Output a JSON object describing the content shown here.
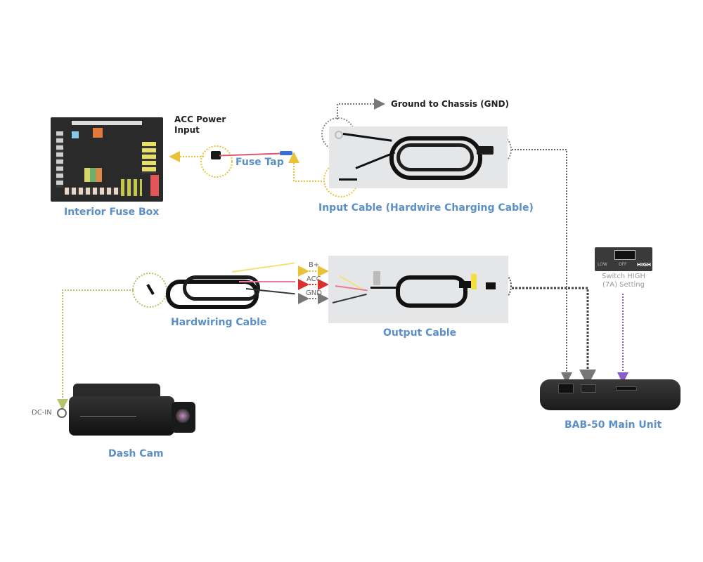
{
  "diagram": {
    "nodes": {
      "fuse_box": {
        "label": "Interior Fuse Box"
      },
      "acc_input": {
        "label_line1": "ACC Power",
        "label_line2": "Input"
      },
      "fuse_tap": {
        "label": "Fuse Tap"
      },
      "ground": {
        "label": "Ground to Chassis (GND)"
      },
      "input_cable": {
        "label": "Input Cable (Hardwire Charging Cable)"
      },
      "hardwiring_cable": {
        "label": "Hardwiring Cable"
      },
      "output_cable": {
        "label": "Output Cable"
      },
      "switch": {
        "caption_line1": "Switch HIGH",
        "caption_line2": "(7A) Setting",
        "positions": [
          "LOW",
          "OFF",
          "HIGH"
        ],
        "selected": "HIGH"
      },
      "main_unit": {
        "label": "BAB-50 Main Unit"
      },
      "dash_cam": {
        "label": "Dash Cam",
        "port_label": "DC-IN"
      }
    },
    "wire_labels": {
      "b_plus": "B+",
      "acc": "ACC",
      "gnd": "GND"
    },
    "colors": {
      "label_blue": "#5b8fc7",
      "acc_line": "#e8c33a",
      "ground_line": "#777777",
      "cam_line": "#b5c46a",
      "switch_line": "#8a5cc7",
      "acc_wire": "#d93030"
    }
  }
}
